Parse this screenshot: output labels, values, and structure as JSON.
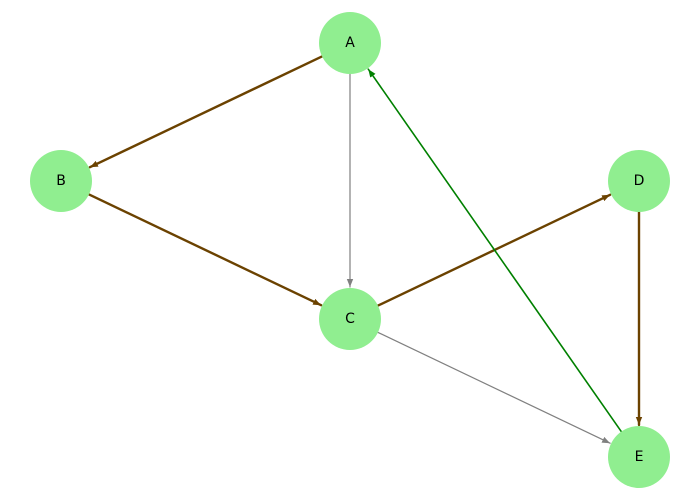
{
  "graph": {
    "directed": true,
    "node_color": "#90ee90",
    "nodes": [
      {
        "id": "A",
        "label": "A"
      },
      {
        "id": "B",
        "label": "B"
      },
      {
        "id": "C",
        "label": "C"
      },
      {
        "id": "D",
        "label": "D"
      },
      {
        "id": "E",
        "label": "E"
      }
    ],
    "edges": [
      {
        "source": "A",
        "target": "B",
        "color": "#6b4200",
        "style": "bold"
      },
      {
        "source": "B",
        "target": "C",
        "color": "#6b4200",
        "style": "bold"
      },
      {
        "source": "A",
        "target": "C",
        "color": "#808080",
        "style": "thin"
      },
      {
        "source": "C",
        "target": "D",
        "color": "#6b4200",
        "style": "bold"
      },
      {
        "source": "D",
        "target": "E",
        "color": "#6b4200",
        "style": "bold"
      },
      {
        "source": "C",
        "target": "E",
        "color": "#808080",
        "style": "thin"
      },
      {
        "source": "E",
        "target": "A",
        "color": "#008000",
        "style": "medium"
      }
    ]
  }
}
